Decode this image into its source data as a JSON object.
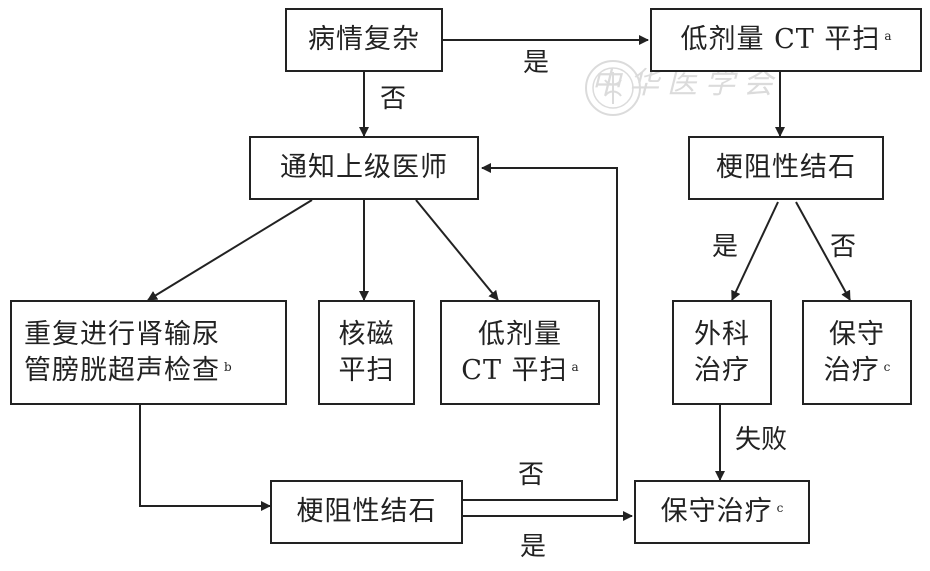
{
  "nodes": {
    "complex": {
      "text": "病情复杂",
      "note": ""
    },
    "ct_top": {
      "text": "低剂量 CT 平扫",
      "note": "a"
    },
    "notify": {
      "text": "通知上级医师",
      "note": ""
    },
    "obstr_top": {
      "text": "梗阻性结石",
      "note": ""
    },
    "repeat_us": {
      "text": "重复进行肾输尿\n管膀胱超声检查",
      "note": "b"
    },
    "mri": {
      "text": "核磁\n平扫",
      "note": ""
    },
    "ct_mid": {
      "text": "低剂量\nCT 平扫",
      "note": "a"
    },
    "surgery": {
      "text": "外科\n治疗",
      "note": ""
    },
    "conservative_r": {
      "text": "保守\n治疗",
      "note": "c"
    },
    "obstr_bottom": {
      "text": "梗阻性结石",
      "note": ""
    },
    "conservative_b": {
      "text": "保守治疗",
      "note": "c"
    }
  },
  "edge_labels": {
    "complex_yes": "是",
    "complex_no": "否",
    "obstr_top_yes": "是",
    "obstr_top_no": "否",
    "surgery_fail": "失败",
    "obstr_bottom_no": "否",
    "obstr_bottom_yes": "是"
  },
  "watermark": {
    "text": "中华医学会",
    "icon": "emblem-icon"
  },
  "colors": {
    "line": "#222222",
    "background": "#ffffff",
    "watermark": "#9a9a9a"
  }
}
